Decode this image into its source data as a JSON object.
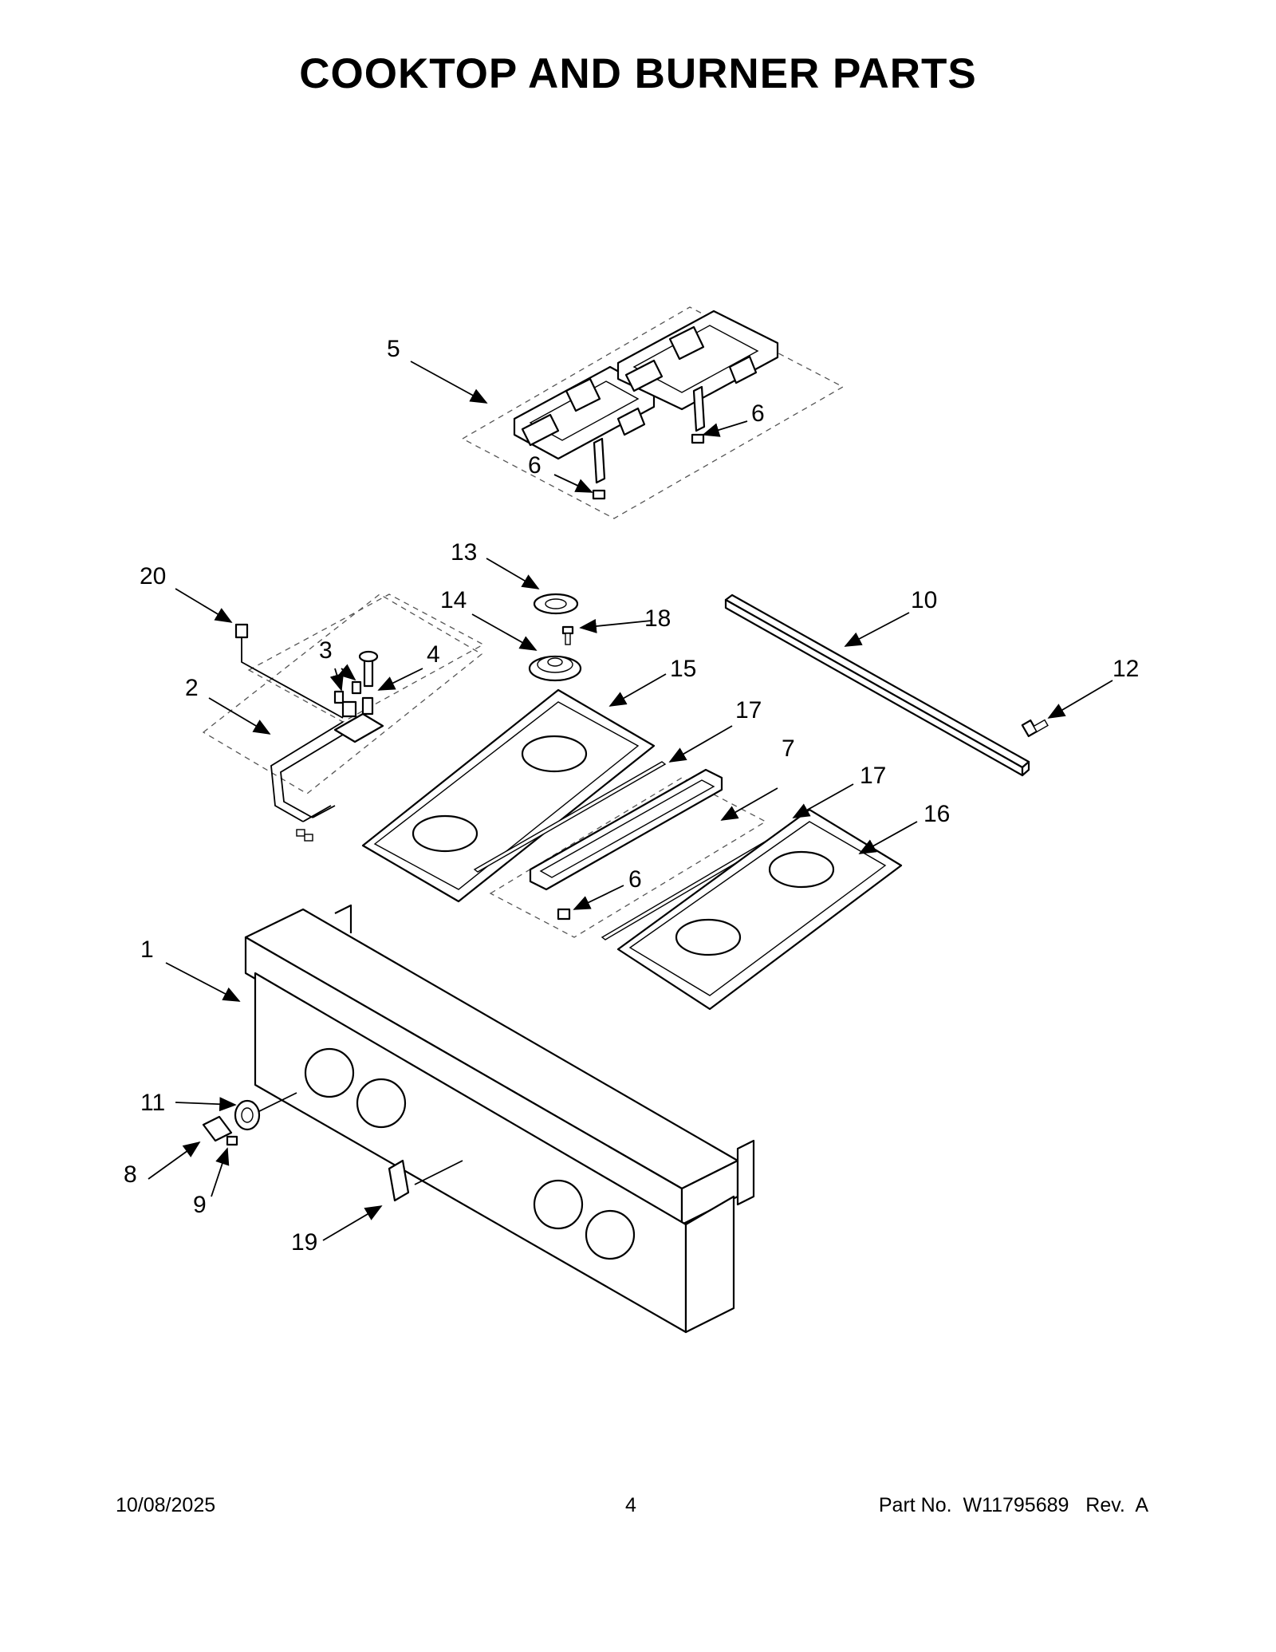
{
  "page": {
    "title": "COOKTOP AND BURNER PARTS"
  },
  "callouts": [
    "1",
    "2",
    "3",
    "4",
    "5",
    "6",
    "6",
    "6",
    "7",
    "8",
    "9",
    "10",
    "11",
    "12",
    "13",
    "14",
    "15",
    "16",
    "17",
    "17",
    "18",
    "19",
    "20"
  ],
  "footer": {
    "date": "10/08/2025",
    "page_number": "4",
    "part_number": "Part No.  W11795689   Rev.  A"
  }
}
